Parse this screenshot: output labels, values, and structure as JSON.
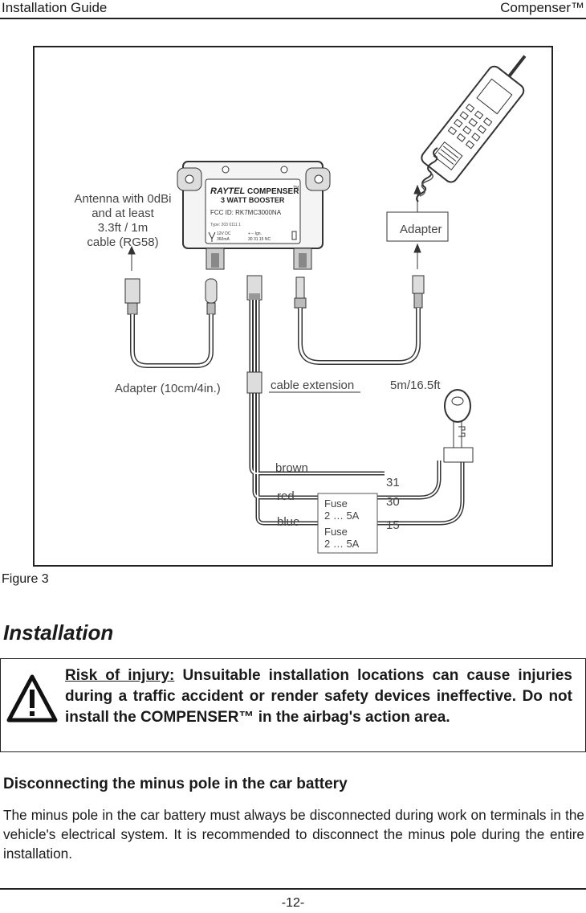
{
  "header": {
    "left": "Installation Guide",
    "right": "Compenser™"
  },
  "figure": {
    "caption": "Figure 3",
    "labels": {
      "antenna_l1": "Antenna with 0dBi",
      "antenna_l2": "and at least",
      "antenna_l3": "3.3ft / 1m",
      "antenna_l4": "cable (RG58)",
      "adapter": "Adapter",
      "adapter_short": "Adapter (10cm/4in.)",
      "cable_extension": "cable extension",
      "cable_length": "5m/16.5ft",
      "brown": "brown",
      "red": "red",
      "blue": "blue",
      "t31": "31",
      "t30": "30",
      "t15": "15",
      "fuse1_l1": "Fuse",
      "fuse1_l2": "2 … 5A",
      "fuse2_l1": "Fuse",
      "fuse2_l2": "2 … 5A"
    },
    "device": {
      "brand": "RAYTEL",
      "name": "COMPENSER",
      "tm": "TM",
      "subtitle": "3 WATT BOOSTER",
      "fcc": "FCC ID: RK7MC3000NA",
      "type": "Type: 203 0111 1",
      "spec1": "12V DC",
      "spec2": "360mA",
      "pins1": "+ − Ign.",
      "pins2": "30 31 15 NC"
    }
  },
  "section": {
    "title": "Installation"
  },
  "warning": {
    "label": "Risk of injury:",
    "text": " Unsuitable installation locations can cause injuries during a traffic accident or render safety devices ineffective. Do not install the COMPENSER™  in the airbag's action area."
  },
  "subsection": {
    "title": "Disconnecting the minus pole in the car battery",
    "body": "The minus pole in the car battery must always be disconnected during work on terminals in the vehicle's electrical system. It is recommended to disconnect the minus pole during the entire installation."
  },
  "footer": {
    "page": "-12-"
  }
}
